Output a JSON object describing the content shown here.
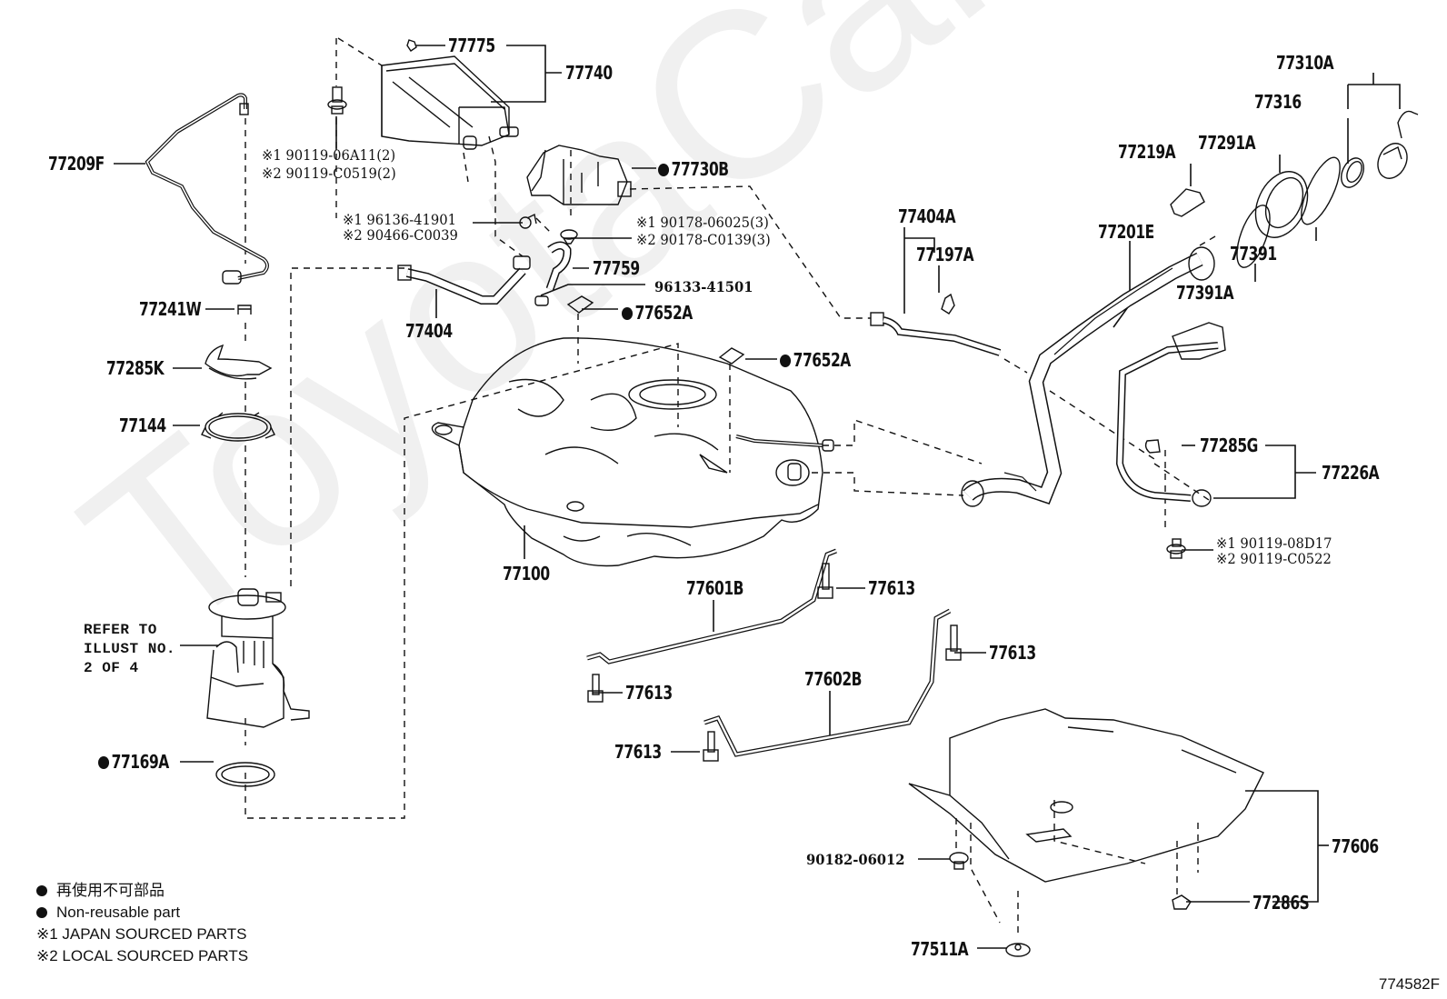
{
  "watermark": "ToyotaCarMine.ru",
  "figure_number": "774582F",
  "parts": {
    "p77209F": "77209F",
    "p77241W": "77241W",
    "p77285K": "77285K",
    "p77144": "77144",
    "p77169A": "77169A",
    "refer": [
      "REFER TO",
      "ILLUST NO.",
      "2 OF 4"
    ],
    "bolt_canister": [
      "※1 90119-06A11(2)",
      "※2 90119-C0519(2)"
    ],
    "p77775": "77775",
    "p77740": "77740",
    "p77730B": "77730B",
    "clamp_hose": [
      "※1 96136-41901",
      "※2 90466-C0039"
    ],
    "nut_valve": [
      "※1 90178-06025(3)",
      "※2 90178-C0139(3)"
    ],
    "p77759": "77759",
    "p96133": "96133-41501",
    "p77652A_top": "77652A",
    "p77404": "77404",
    "p77652A_right": "77652A",
    "p77100": "77100",
    "p77404A": "77404A",
    "p77197A": "77197A",
    "p77201E": "77201E",
    "p77219A": "77219A",
    "p77291A": "77291A",
    "p77391A": "77391A",
    "p77391": "77391",
    "p77316": "77316",
    "p77310A": "77310A",
    "p77285G": "77285G",
    "p77226A": "77226A",
    "bolt_inlet": [
      "※1 90119-08D17",
      "※2 90119-C0522"
    ],
    "p77601B": "77601B",
    "p77613_a": "77613",
    "p77613_b": "77613",
    "p77613_c": "77613",
    "p77613_d": "77613",
    "p77602B": "77602B",
    "p90182": "90182-06012",
    "p77606": "77606",
    "p77286S": "77286S",
    "p77511A": "77511A"
  },
  "non_reusable_parts": [
    "77730B",
    "77652A",
    "77169A"
  ],
  "legend": {
    "non_reusable_jp": "再使用不可部品",
    "non_reusable_en": "Non-reusable part",
    "note1": "※1 JAPAN SOURCED PARTS",
    "note2": "※2 LOCAL SOURCED PARTS"
  }
}
